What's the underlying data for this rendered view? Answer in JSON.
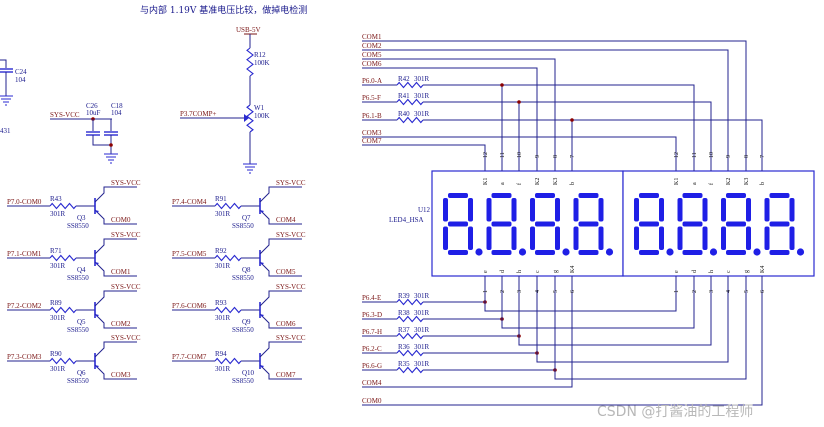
{
  "title": "与内部 1.19V 基准电压比较，做掉电检测",
  "power_sense": {
    "supply_net": "USB-5V",
    "r12": {
      "ref": "R12",
      "value": "100K"
    },
    "w1": {
      "ref": "W1",
      "value": "100K"
    },
    "comp_net": "P3.7COMP+"
  },
  "c24": {
    "ref": "C24",
    "value": "104"
  },
  "partial_label": "431",
  "decoupling": {
    "net": "SYS-VCC",
    "c26": {
      "ref": "C26",
      "value": "10uF"
    },
    "c18": {
      "ref": "C18",
      "value": "104"
    }
  },
  "drivers": [
    {
      "input": "P7.0-COM0",
      "r_ref": "R43",
      "r_value": "301R",
      "q_ref": "Q3",
      "q_part": "SS8550",
      "vcc": "SYS-VCC",
      "out": "COM0"
    },
    {
      "input": "P7.1-COM1",
      "r_ref": "R71",
      "r_value": "301R",
      "q_ref": "Q4",
      "q_part": "SS8550",
      "vcc": "SYS-VCC",
      "out": "COM1"
    },
    {
      "input": "P7.2-COM2",
      "r_ref": "R89",
      "r_value": "301R",
      "q_ref": "Q5",
      "q_part": "SS8550",
      "vcc": "SYS-VCC",
      "out": "COM2"
    },
    {
      "input": "P7.3-COM3",
      "r_ref": "R90",
      "r_value": "301R",
      "q_ref": "Q6",
      "q_part": "SS8550",
      "vcc": "SYS-VCC",
      "out": "COM3"
    },
    {
      "input": "P7.4-COM4",
      "r_ref": "R91",
      "r_value": "301R",
      "q_ref": "Q7",
      "q_part": "SS8550",
      "vcc": "SYS-VCC",
      "out": "COM4"
    },
    {
      "input": "P7.5-COM5",
      "r_ref": "R92",
      "r_value": "301R",
      "q_ref": "Q8",
      "q_part": "SS8550",
      "vcc": "SYS-VCC",
      "out": "COM5"
    },
    {
      "input": "P7.6-COM6",
      "r_ref": "R93",
      "r_value": "301R",
      "q_ref": "Q9",
      "q_part": "SS8550",
      "vcc": "SYS-VCC",
      "out": "COM6"
    },
    {
      "input": "P7.7-COM7",
      "r_ref": "R94",
      "r_value": "301R",
      "q_ref": "Q10",
      "q_part": "SS8550",
      "vcc": "SYS-VCC",
      "out": "COM7"
    }
  ],
  "display": {
    "ref": "U12",
    "part": "LED4_HSA",
    "top_pin_numbers": [
      "12",
      "11",
      "10",
      "9",
      "8",
      "7"
    ],
    "top_pin_names": [
      "K1",
      "a",
      "f",
      "K2",
      "K3",
      "b"
    ],
    "bottom_pin_numbers": [
      "1",
      "2",
      "3",
      "4",
      "5",
      "6"
    ],
    "bottom_pin_names": [
      "e",
      "d",
      "h",
      "c",
      "g",
      "K4"
    ],
    "digits_per_module": 4,
    "segment_color": "#1f1fe6"
  },
  "top_nets": [
    {
      "name": "COM1"
    },
    {
      "name": "COM2"
    },
    {
      "name": "COM5"
    },
    {
      "name": "COM6"
    },
    {
      "name": "P6.0-A",
      "r_ref": "R42",
      "r_value": "301R"
    },
    {
      "name": "P6.5-F",
      "r_ref": "R41",
      "r_value": "301R"
    },
    {
      "name": "P6.1-B",
      "r_ref": "R40",
      "r_value": "301R"
    },
    {
      "name": "COM3"
    },
    {
      "name": "COM7"
    }
  ],
  "bottom_nets": [
    {
      "name": "P6.4-E",
      "r_ref": "R39",
      "r_value": "301R"
    },
    {
      "name": "P6.3-D",
      "r_ref": "R38",
      "r_value": "301R"
    },
    {
      "name": "P6.7-H",
      "r_ref": "R37",
      "r_value": "301R"
    },
    {
      "name": "P6.2-C",
      "r_ref": "R36",
      "r_value": "301R"
    },
    {
      "name": "P6.6-G",
      "r_ref": "R35",
      "r_value": "301R"
    },
    {
      "name": "COM4"
    },
    {
      "name": "COM0"
    }
  ],
  "colors": {
    "wire": "#23238f",
    "net_label": "#7a1515",
    "component": "#2a2ad0",
    "junction": "#8b0000"
  },
  "watermark": "CSDN @打酱油的工程师"
}
